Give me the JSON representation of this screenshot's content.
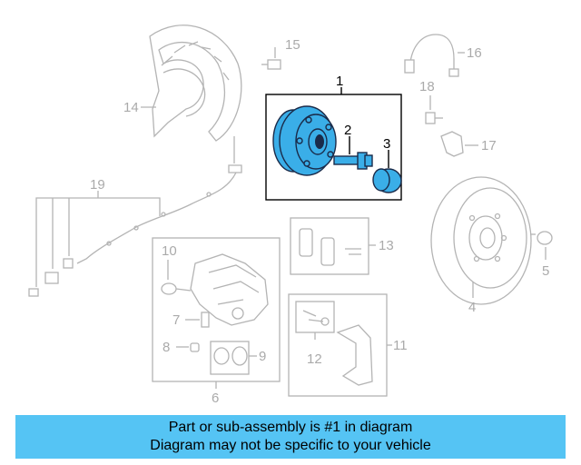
{
  "banner": {
    "line1": "Part or sub-assembly is #1 in diagram",
    "line2": "Diagram may not be specific to your vehicle"
  },
  "highlight_color": "#3aaee8",
  "banner_color": "#55c4f4",
  "callouts": {
    "c1": "1",
    "c2": "2",
    "c3": "3",
    "c4": "4",
    "c5": "5",
    "c6": "6",
    "c7": "7",
    "c8": "8",
    "c9": "9",
    "c10": "10",
    "c11": "11",
    "c12": "12",
    "c13": "13",
    "c14": "14",
    "c15": "15",
    "c16": "16",
    "c17": "17",
    "c18": "18",
    "c19": "19"
  }
}
